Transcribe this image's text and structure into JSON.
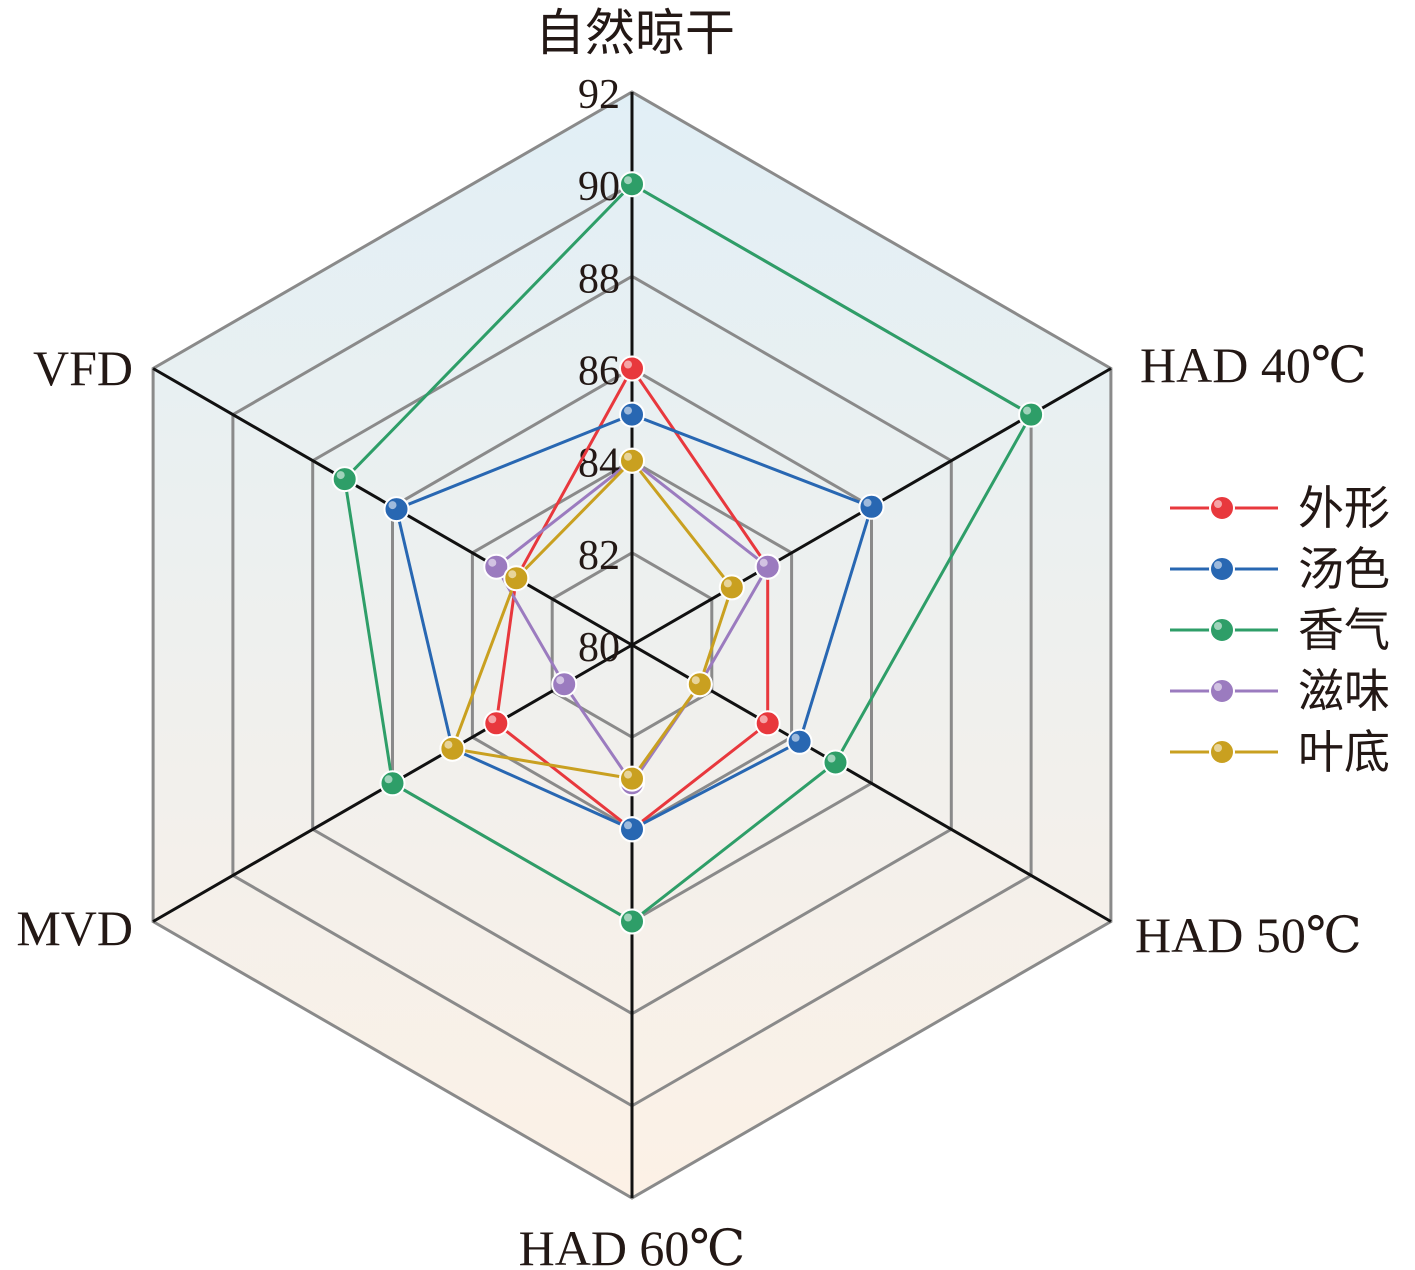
{
  "chart_data": {
    "type": "radar",
    "axes": [
      "自然晾干",
      "HAD 40℃",
      "HAD 50℃",
      "HAD 60℃",
      "MVD",
      "VFD"
    ],
    "r_ticks": [
      80,
      82,
      84,
      86,
      88,
      90,
      92
    ],
    "r_range": [
      80,
      92
    ],
    "legend_position": "right",
    "grid": true,
    "series": [
      {
        "name": "外形",
        "color": "#e8383d",
        "values": [
          86.0,
          83.4,
          83.4,
          84.0,
          83.4,
          82.9
        ]
      },
      {
        "name": "汤色",
        "color": "#2867b2",
        "values": [
          85.0,
          86.0,
          84.2,
          84.0,
          84.5,
          85.9
        ]
      },
      {
        "name": "香气",
        "color": "#2e9e68",
        "values": [
          90.0,
          90.0,
          85.1,
          86.0,
          86.0,
          87.2
        ]
      },
      {
        "name": "滋味",
        "color": "#9b7bbf",
        "values": [
          84.0,
          83.4,
          81.7,
          83.0,
          81.7,
          83.4
        ]
      },
      {
        "name": "叶底",
        "color": "#c9a020",
        "values": [
          84.0,
          82.5,
          81.7,
          82.9,
          84.5,
          82.9
        ]
      }
    ]
  }
}
